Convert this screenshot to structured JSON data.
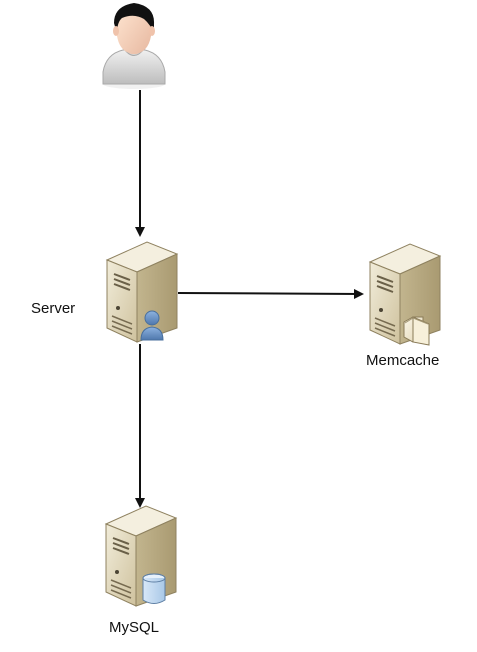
{
  "diagram": {
    "nodes": {
      "user": {
        "label": "",
        "icon": "user-icon"
      },
      "server": {
        "label": "Server",
        "icon": "server-icon",
        "badge_icon": "user-badge-icon"
      },
      "memcache": {
        "label": "Memcache",
        "icon": "server-icon",
        "badge_icon": "folder-icon"
      },
      "mysql": {
        "label": "MySQL",
        "icon": "server-icon",
        "badge_icon": "database-icon"
      }
    },
    "edges": [
      {
        "from": "user",
        "to": "server"
      },
      {
        "from": "server",
        "to": "memcache"
      },
      {
        "from": "server",
        "to": "mysql"
      }
    ],
    "colors": {
      "server_body": "#ddd5b8",
      "server_side": "#b5a882",
      "user_badge": "#5f87b9",
      "database_badge": "#bcd6ee",
      "folder_badge": "#efe6c8"
    }
  }
}
